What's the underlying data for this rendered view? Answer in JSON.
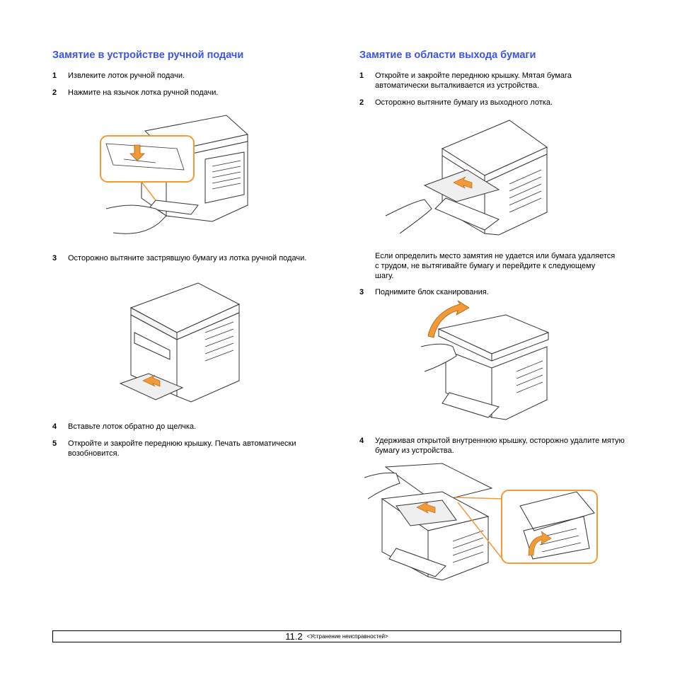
{
  "left": {
    "heading": "Замятие в устройстве ручной подачи",
    "steps": [
      {
        "num": "1",
        "text": "Извлеките лоток ручной подачи."
      },
      {
        "num": "2",
        "text": "Нажмите на язычок лотка ручной подачи."
      },
      {
        "num": "3",
        "text": "Осторожно вытяните застрявшую бумагу из лотка ручной подачи."
      },
      {
        "num": "4",
        "text": "Вставьте лоток обратно до щелчка."
      },
      {
        "num": "5",
        "text": "Откройте и закройте переднюю крышку. Печать автоматически возобновится."
      }
    ]
  },
  "right": {
    "heading": "Замятие в области выхода бумаги",
    "steps": [
      {
        "num": "1",
        "text": "Откройте и закройте переднюю крышку. Мятая бумага автоматически выталкивается из устройства."
      },
      {
        "num": "2",
        "text": "Осторожно вытяните бумагу из выходного лотка."
      },
      {
        "num": "3",
        "text": "Поднимите блок сканирования."
      },
      {
        "num": "4",
        "text": "Удерживая открытой внутреннюю крышку, осторожно удалите мятую бумагу из устройства."
      }
    ],
    "note": "Если определить место замятия не удается или бумага удаляется с трудом, не вытягивайте бумагу и перейдите к следующему шагу."
  },
  "footer": {
    "page": "11.2",
    "chapter": "<Устранение неисправностей>"
  },
  "colors": {
    "heading": "#3b55e6",
    "highlight": "#f29a35",
    "line": "#333333"
  }
}
